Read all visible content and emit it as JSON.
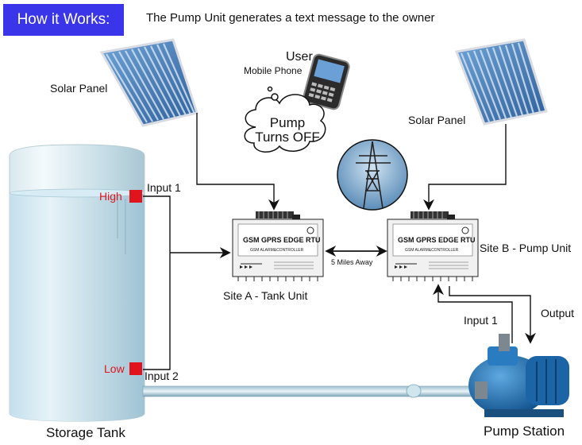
{
  "header": {
    "badge": "How it Works:",
    "caption": "The Pump Unit generates a text message to the owner"
  },
  "labels": {
    "solar_panel_left": "Solar Panel",
    "solar_panel_right": "Solar Panel",
    "user": "User",
    "mobile_phone": "Mobile Phone",
    "cloud_line1": "Pump",
    "cloud_line2": "Turns OFF",
    "high": "High",
    "low": "Low",
    "input1_tank": "Input 1",
    "input2_tank": "Input 2",
    "site_a": "Site A - Tank Unit",
    "site_b": "Site B - Pump Unit",
    "distance": "5 Miles Away",
    "input1_pump": "Input 1",
    "output": "Output",
    "storage_tank": "Storage Tank",
    "pump_station": "Pump Station"
  },
  "devices": {
    "rtu_a_title": "GSM GPRS EDGE RTU",
    "rtu_a_sub": "GSM ALARM&CONTROLLER",
    "rtu_b_title": "GSM GPRS EDGE RTU",
    "rtu_b_sub": "GSM ALARM&CONTROLLER"
  },
  "colors": {
    "badge": "#3a35e8",
    "sensor": "#e0141c",
    "tank_water": "#c9e3ef",
    "pump_blue": "#1f6fb0"
  }
}
